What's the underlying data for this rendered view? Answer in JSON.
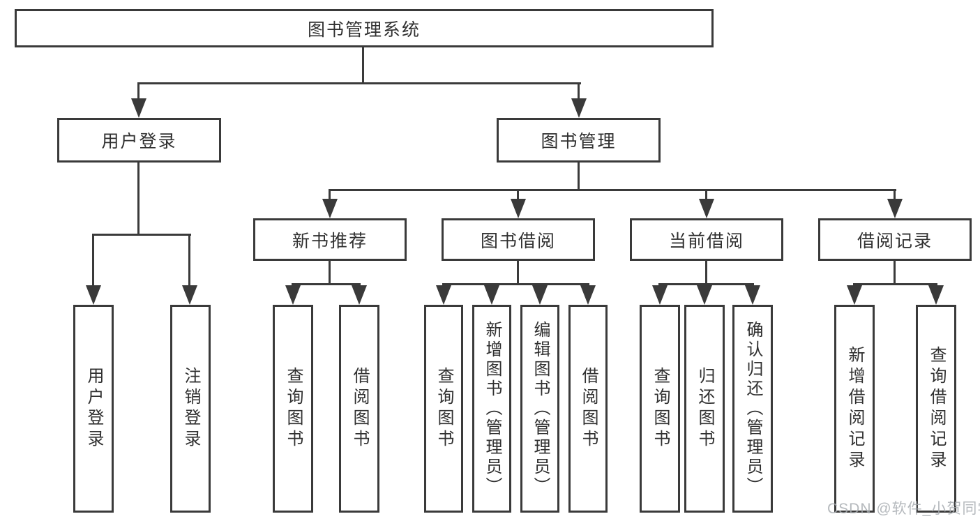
{
  "diagram": {
    "watermark": "CSDN @软件_小贺同学",
    "colors": {
      "line": "#3a3a3a",
      "text": "#303030",
      "background": "#ffffff",
      "watermark": "#a8adb2"
    },
    "nodes": {
      "root": {
        "label": "图书管理系统"
      },
      "user_login": {
        "label": "用户登录"
      },
      "book_mgmt": {
        "label": "图书管理"
      },
      "new_books": {
        "label": "新书推荐"
      },
      "borrowing": {
        "label": "图书借阅"
      },
      "current_borrow": {
        "label": "当前借阅"
      },
      "borrow_records": {
        "label": "借阅记录"
      },
      "leaf_user_login": {
        "label": "用户登录"
      },
      "leaf_logout": {
        "label": "注销登录"
      },
      "leaf_nb_query": {
        "label": "查询图书"
      },
      "leaf_nb_borrow": {
        "label": "借阅图书"
      },
      "leaf_bw_query": {
        "label": "查询图书"
      },
      "leaf_bw_add": {
        "label": "新增图书（管理员）"
      },
      "leaf_bw_edit": {
        "label": "编辑图书（管理员）"
      },
      "leaf_bw_borrow": {
        "label": "借阅图书"
      },
      "leaf_cur_query": {
        "label": "查询图书"
      },
      "leaf_cur_return": {
        "label": "归还图书"
      },
      "leaf_cur_confirm": {
        "label": "确认归还（管理员）"
      },
      "leaf_rec_add": {
        "label": "新增借阅记录"
      },
      "leaf_rec_query": {
        "label": "查询借阅记录"
      }
    }
  }
}
